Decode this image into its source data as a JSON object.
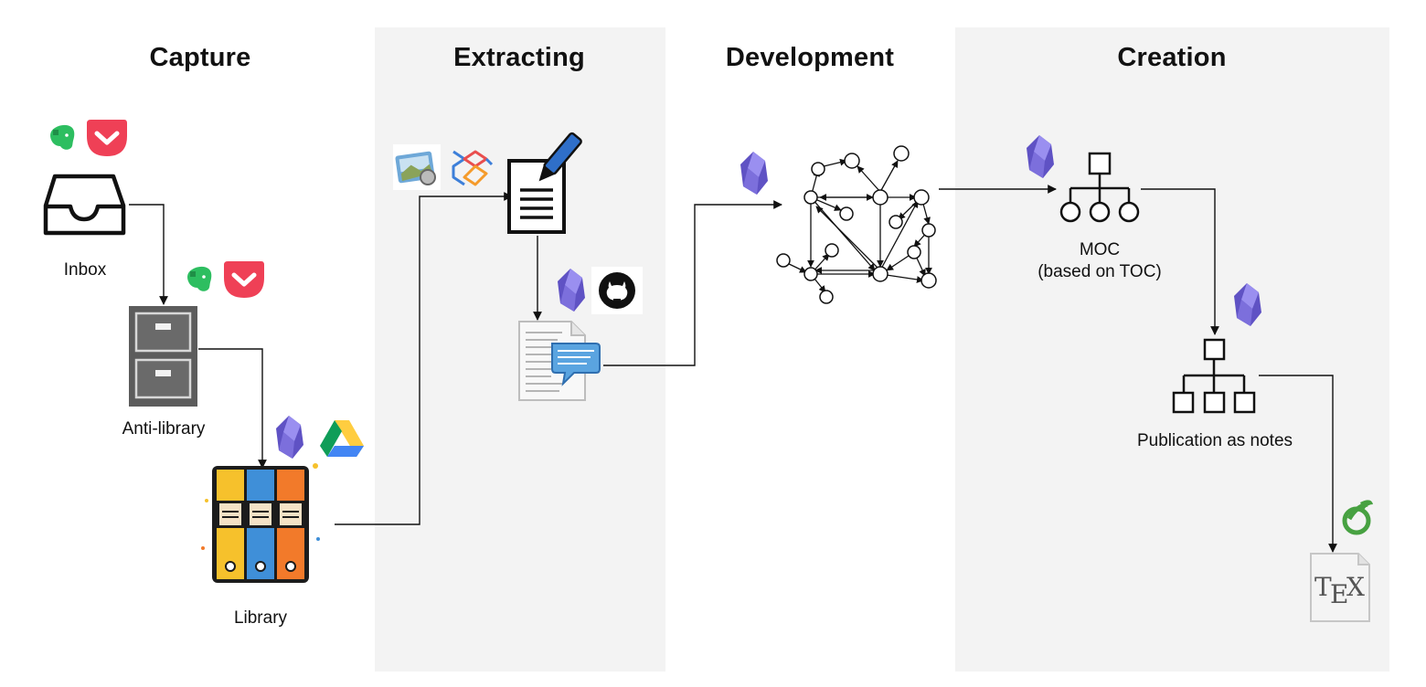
{
  "stages": [
    {
      "id": "capture",
      "title": "Capture"
    },
    {
      "id": "extracting",
      "title": "Extracting"
    },
    {
      "id": "development",
      "title": "Development"
    },
    {
      "id": "creation",
      "title": "Creation"
    }
  ],
  "nodes": {
    "inbox": "Inbox",
    "anti_library": "Anti-library",
    "library": "Library",
    "moc_line1": "MOC",
    "moc_line2": "(based on TOC)",
    "publication": "Publication as notes"
  },
  "icons": {
    "evernote": "evernote-icon",
    "pocket": "pocket-icon",
    "obsidian": "obsidian-icon",
    "google_drive": "google-drive-icon",
    "github": "github-icon",
    "tex": "tex-icon",
    "overleaf": "overleaf-icon"
  },
  "colors": {
    "band": "#f3f3f3",
    "evernote": "#2dbe60",
    "pocket": "#ef4056",
    "obsidian": "#7c6fdc",
    "overleaf": "#47a141"
  }
}
